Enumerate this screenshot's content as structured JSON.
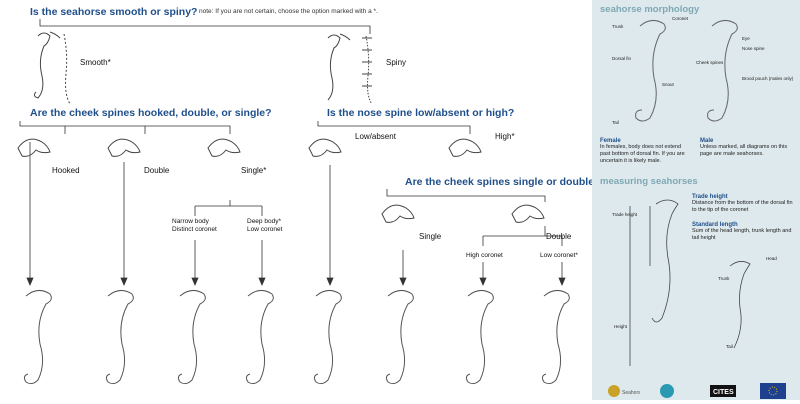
{
  "questions": {
    "q1": "Is the seahorse smooth or spiny?",
    "q1_note": "note: If you are not certain, choose the option marked with a *.",
    "q2": "Are the cheek spines hooked, double, or single?",
    "q3": "Is the nose spine low/absent or high?",
    "q4": "Are the cheek spines single or double?"
  },
  "labels": {
    "smooth": "Smooth*",
    "spiny": "Spiny",
    "hooked": "Hooked",
    "double": "Double",
    "single_star": "Single*",
    "low_absent": "Low/absent",
    "high_star": "High*",
    "single": "Single",
    "double2": "Double",
    "narrow_body": "Narrow body",
    "distinct_coronet": "Distinct coronet",
    "deep_body": "Deep body*",
    "low_coronet": "Low coronet",
    "high_coronet": "High coronet",
    "low_coronet_star": "Low coronet*"
  },
  "panel": {
    "morph_title": "seahorse morphology",
    "morph_labels": {
      "trunk": "Trunk",
      "coronet": "Coronet",
      "dorsal_fin": "Dorsal fin",
      "snout": "Snout",
      "tail": "Tail",
      "eye": "Eye",
      "nose_spine": "Nose spine",
      "cheek_spines": "Cheek spines",
      "brood_pouch": "Brood pouch (males only)"
    },
    "female_title": "Female",
    "female_text": "In females, body does not extend past bottom of dorsal fin. If you are uncertain it is likely male.",
    "male_title": "Male",
    "male_text": "Unless marked, all diagrams on this page are male seahorses.",
    "measure_title": "measuring seahorses",
    "trade_title": "Trade height",
    "trade_text": "Distance from the bottom of the dorsal fin to the tip of the coronet",
    "std_title": "Standard length",
    "std_text": "Sum of the head length, trunk length and tail height",
    "m_labels": {
      "trade_height": "Trade height",
      "height": "Height",
      "head": "Head",
      "trunk": "Trunk",
      "tail": "Tail"
    }
  },
  "logos": [
    "Project Seahorse",
    "iSeahorse",
    "CITES",
    "EU"
  ]
}
